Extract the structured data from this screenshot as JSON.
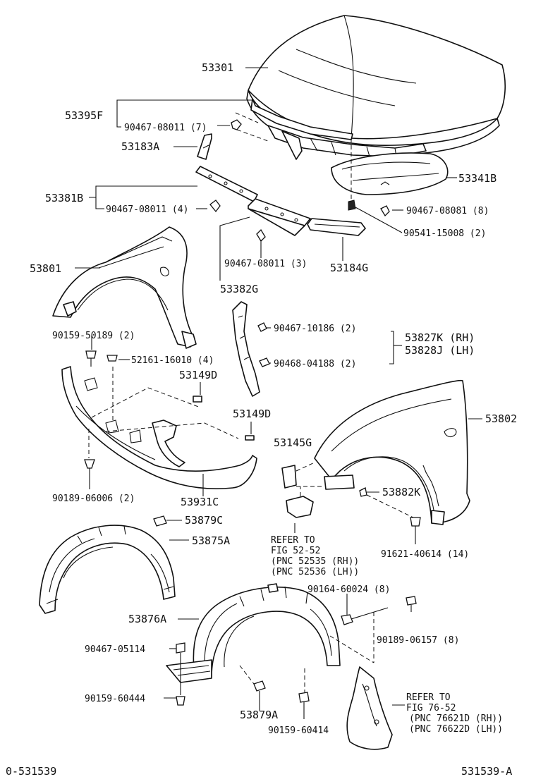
{
  "diagram": {
    "footer_left": "0-531539",
    "footer_right": "531539-A",
    "labels": {
      "hood": "53301",
      "hood_seal": "53395F",
      "hood_seal_clip": "90467-08011 (7)",
      "hood_seal_side": "53183A",
      "cowl_upper_b": "53381B",
      "cowl_upper_b_clip": "90467-08011 (4)",
      "hood_insulator": "53341B",
      "insulator_clip": "90467-08081 (8)",
      "cushion": "90541-15008 (2)",
      "fender_lh": "53801",
      "cowl_clip_3": "90467-08011 (3)",
      "seal_right": "53184G",
      "cowl_upper_g": "53382G",
      "bolt_50189": "90159-50189 (2)",
      "clip_10186": "90467-10186 (2)",
      "fender_bracket_rh": "53827K (RH)",
      "fender_bracket_lh": "53828J (LH)",
      "clip_52161": "52161-16010 (4)",
      "clip_04188": "90468-04188 (2)",
      "support_d1": "53149D",
      "support_d2": "53149D",
      "fender_rh": "53802",
      "bracket_g": "53145G",
      "bolt_06006": "90189-06006 (2)",
      "apron": "53931C",
      "plate_k": "53882K",
      "clip_c": "53879C",
      "liner_a": "53875A",
      "refer_fig1_l1": "REFER TO",
      "refer_fig1_l2": "FIG 52-52",
      "refer_fig1_l3": "(PNC 52535 (RH))",
      "refer_fig1_l4": "(PNC 52536 (LH))",
      "screw_40614": "91621-40614 (14)",
      "screw_60024": "90164-60024 (8)",
      "liner_b": "53876A",
      "bolt_06157": "90189-06157 (8)",
      "clip_05114": "90467-05114",
      "bolt_60444": "90159-60444",
      "clip_879a": "53879A",
      "bolt_60414": "90159-60414",
      "refer_fig2_l1": "REFER TO",
      "refer_fig2_l2": "FIG 76-52",
      "refer_fig2_l3": "(PNC 76621D (RH))",
      "refer_fig2_l4": "(PNC 76622D (LH))"
    }
  }
}
